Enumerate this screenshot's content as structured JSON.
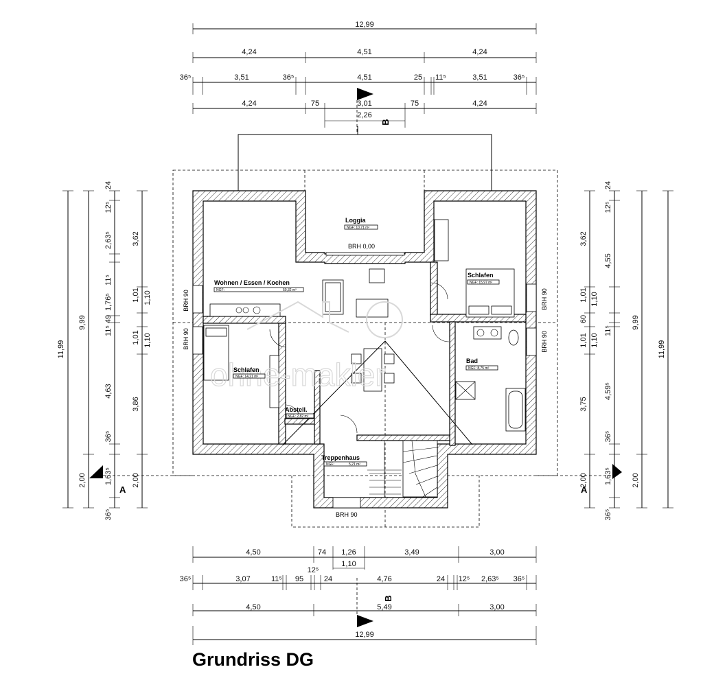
{
  "title": "Grundriss DG",
  "rooms": {
    "loggia": {
      "name": "Loggia",
      "area": "NGF: 10,71 m²"
    },
    "wohnen": {
      "name": "Wohnen / Essen / Kochen",
      "area_label": "NGF:",
      "area": "50,32 m²"
    },
    "schlafen_right": {
      "name": "Schlafen",
      "area": "NGF: 15,97 m²"
    },
    "schlafen_left": {
      "name": "Schlafen",
      "area": "NGF: 14,21 m²"
    },
    "bad": {
      "name": "Bad",
      "area": "NGF: 8,75 m²"
    },
    "abstell": {
      "name": "Abstell.",
      "area": "NGF: 2,82 m²"
    },
    "treppenhaus": {
      "name": "Treppenhaus",
      "area_label": "NGF:",
      "area": "5,21 m²"
    }
  },
  "brh": {
    "loggia": "BRH 0,00",
    "left_top": "BRH 90",
    "left_mid": "BRH 90",
    "right_top": "BRH 90",
    "right_mid": "BRH 90",
    "bottom": "BRH 90"
  },
  "section_markers": {
    "a": "A",
    "b": "B"
  },
  "watermark": "ohne-makler",
  "dims_top": {
    "row1": [
      "12,99"
    ],
    "row2": [
      "4,24",
      "4,51",
      "4,24"
    ],
    "row3": [
      "36⁵",
      "3,51",
      "36⁵",
      "4,51",
      "25",
      "11⁵",
      "3,51",
      "36⁵"
    ],
    "row4": [
      "4,24",
      "75",
      "3,01",
      "75",
      "4,24"
    ],
    "row4_sub": "2,26"
  },
  "dims_bottom": {
    "row1": [
      "4,50",
      "74",
      "1,26",
      "3,49",
      "3,00"
    ],
    "row1_sub": "1,10",
    "row2": [
      "36⁵",
      "3,07",
      "11⁵",
      "95",
      "12⁵",
      "24",
      "4,76",
      "24",
      "12⁵",
      "2,63⁵",
      "36⁵"
    ],
    "row3": [
      "4,50",
      "5,49",
      "3,00"
    ],
    "row4": [
      "12,99"
    ]
  },
  "dims_left": {
    "outer": [
      "11,99"
    ],
    "second": [
      "9,99",
      "2,00"
    ],
    "third": [
      "24",
      "12⁵",
      "2,63⁵",
      "11⁵",
      "1,76⁵",
      "49",
      "11⁵",
      "4,63",
      "36⁵",
      "1,63⁵",
      "36⁵"
    ],
    "fourth": [
      "3,62",
      "1,01",
      "1,10",
      "1,01",
      "1,10",
      "3,86",
      "2,00"
    ]
  },
  "dims_right": {
    "outer": [
      "11,99"
    ],
    "second": [
      "9,99",
      "2,00"
    ],
    "third": [
      "24",
      "12⁵",
      "4,55",
      "1,10",
      "60",
      "11⁵",
      "1,10",
      "4,59⁵",
      "36⁵",
      "1,63⁵",
      "36⁵"
    ],
    "fourth": [
      "3,62",
      "1,01",
      "1,01",
      "3,75",
      "2,00"
    ]
  }
}
